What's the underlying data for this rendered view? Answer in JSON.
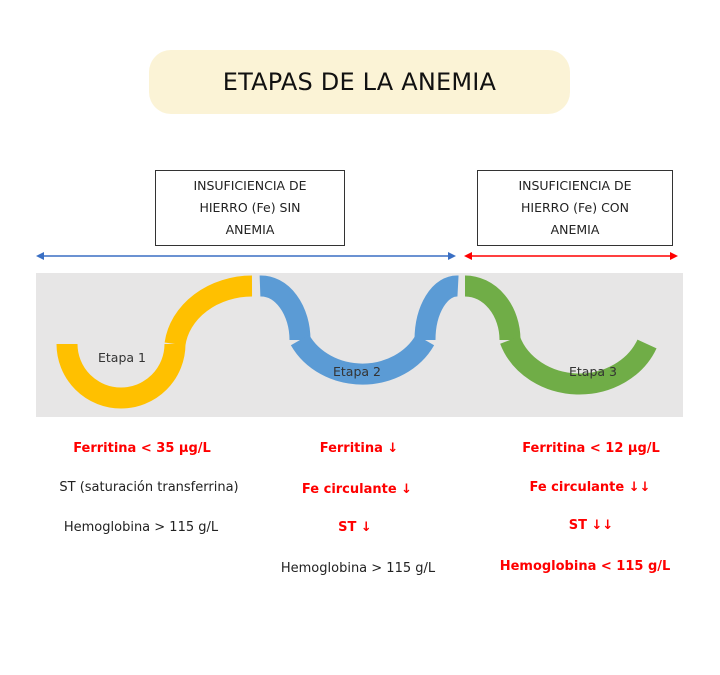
{
  "title": "ETAPAS DE LA ANEMIA",
  "phases": {
    "left": {
      "line1": "INSUFICIENCIA DE",
      "line2": "HIERRO (Fe) SIN",
      "line3": "ANEMIA",
      "arrow_color": "#3a6fc4"
    },
    "right": {
      "line1": "INSUFICIENCIA DE",
      "line2": "HIERRO (Fe) CON",
      "line3": "ANEMIA",
      "arrow_color": "#ff0000"
    }
  },
  "stages": [
    {
      "label": "Etapa 1",
      "color": "#ffc000",
      "findings": [
        {
          "text": "Ferritina < 35 µg/L",
          "style": "red"
        },
        {
          "text": "ST (saturación transferrina)",
          "style": "black"
        },
        {
          "text": "Hemoglobina > 115 g/L",
          "style": "black"
        }
      ]
    },
    {
      "label": "Etapa 2",
      "color": "#5b9bd5",
      "findings": [
        {
          "text": "Ferritina ↓",
          "style": "red"
        },
        {
          "text": "Fe circulante ↓",
          "style": "red"
        },
        {
          "text": "ST ↓",
          "style": "red"
        },
        {
          "text": "Hemoglobina > 115 g/L",
          "style": "black"
        }
      ]
    },
    {
      "label": "Etapa 3",
      "color": "#70ad47",
      "findings": [
        {
          "text": "Ferritina < 12 µg/L",
          "style": "red"
        },
        {
          "text": "Fe circulante ↓↓",
          "style": "red"
        },
        {
          "text": "ST ↓↓",
          "style": "red"
        },
        {
          "text": "Hemoglobina < 115 g/L",
          "style": "red"
        }
      ]
    }
  ],
  "band_color": "#e7e6e6"
}
